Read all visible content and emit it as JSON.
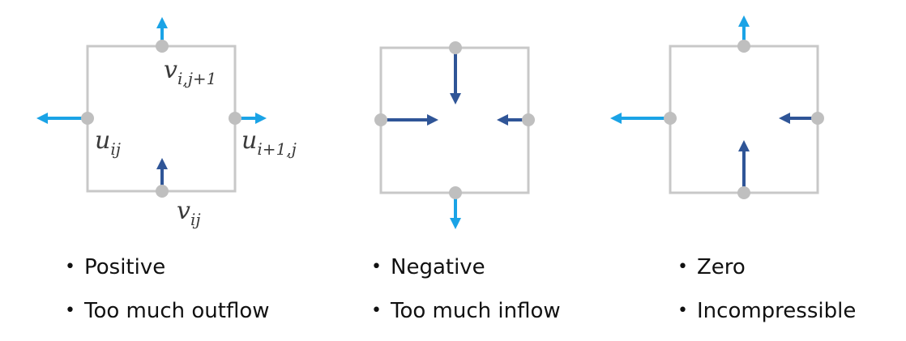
{
  "colors": {
    "cell_border": "#c8c8c8",
    "node": "#bfbfbf",
    "outflow_arrow": "#1aa3e6",
    "inflow_arrow": "#2f5597",
    "text": "#111111"
  },
  "labels": {
    "v_top": {
      "main": "v",
      "sub": "i,j+1"
    },
    "u_left": {
      "main": "u",
      "sub": "ij"
    },
    "u_right": {
      "main": "u",
      "sub": "i+1,j"
    },
    "v_bottom": {
      "main": "v",
      "sub": "ij"
    }
  },
  "panels": [
    {
      "name": "positive",
      "bullets": [
        "Positive",
        "Too much outflow"
      ]
    },
    {
      "name": "negative",
      "bullets": [
        "Negative",
        "Too much inflow"
      ]
    },
    {
      "name": "zero",
      "bullets": [
        "Zero",
        "Incompressible"
      ]
    }
  ]
}
